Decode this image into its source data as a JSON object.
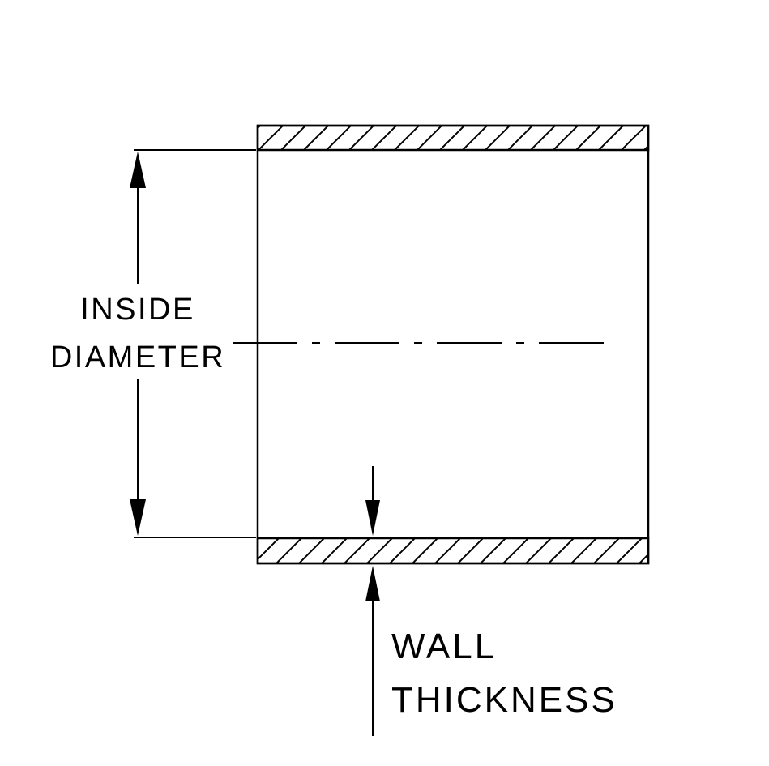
{
  "diagram": {
    "title": "tube-cross-section-dimension-drawing",
    "inside_diameter": {
      "line1": "INSIDE",
      "line2": "DIAMETER"
    },
    "wall_thickness": {
      "line1": "WALL",
      "line2": "THICKNESS"
    }
  },
  "colors": {
    "ink": "#000000",
    "background": "#ffffff"
  }
}
